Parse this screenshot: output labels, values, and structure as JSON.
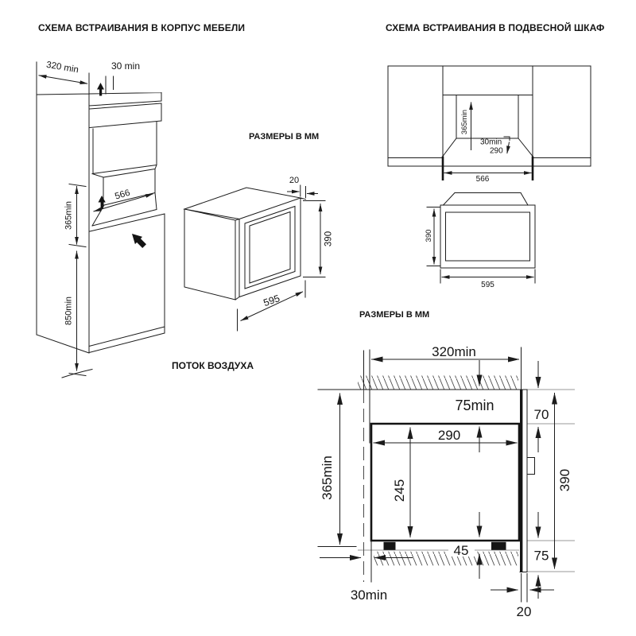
{
  "titles": {
    "cabinet": "СХЕМА ВСТРАИВАНИЯ В КОРПУС МЕБЕЛИ",
    "wall_cabinet": "СХЕМА ВСТРАИВАНИЯ В ПОДВЕСНОЙ ШКАФ"
  },
  "captions": {
    "dims_mm_left": "РАЗМЕРЫ В ММ",
    "dims_mm_right": "РАЗМЕРЫ В ММ",
    "airflow": "ПОТОК ВОЗДУХА"
  },
  "cabinet_diagram": {
    "top_depth": "320 min",
    "top_clearance": "30 min",
    "niche_width": "566",
    "niche_height": "365min",
    "base_height": "850min"
  },
  "oven3d_diagram": {
    "door_thickness": "20",
    "height": "390",
    "width": "595"
  },
  "wall_diagram": {
    "niche_height": "365min",
    "top_clearance": "30min",
    "depth": "290",
    "niche_width": "566",
    "front_height": "390",
    "front_width": "595"
  },
  "section_diagram": {
    "top_depth": "320min",
    "top_gap": "75min",
    "frame_top": "70",
    "inner_depth": "290",
    "inner_height": "245",
    "niche_height": "365min",
    "frame_height": "390",
    "bottom_gap": "45",
    "frame_bottom": "75",
    "rear_clearance": "30min",
    "frame_thickness": "20"
  },
  "colors": {
    "line": "#1c1c1c",
    "reference_gray": "#9a9a9a",
    "background": "#ffffff"
  }
}
